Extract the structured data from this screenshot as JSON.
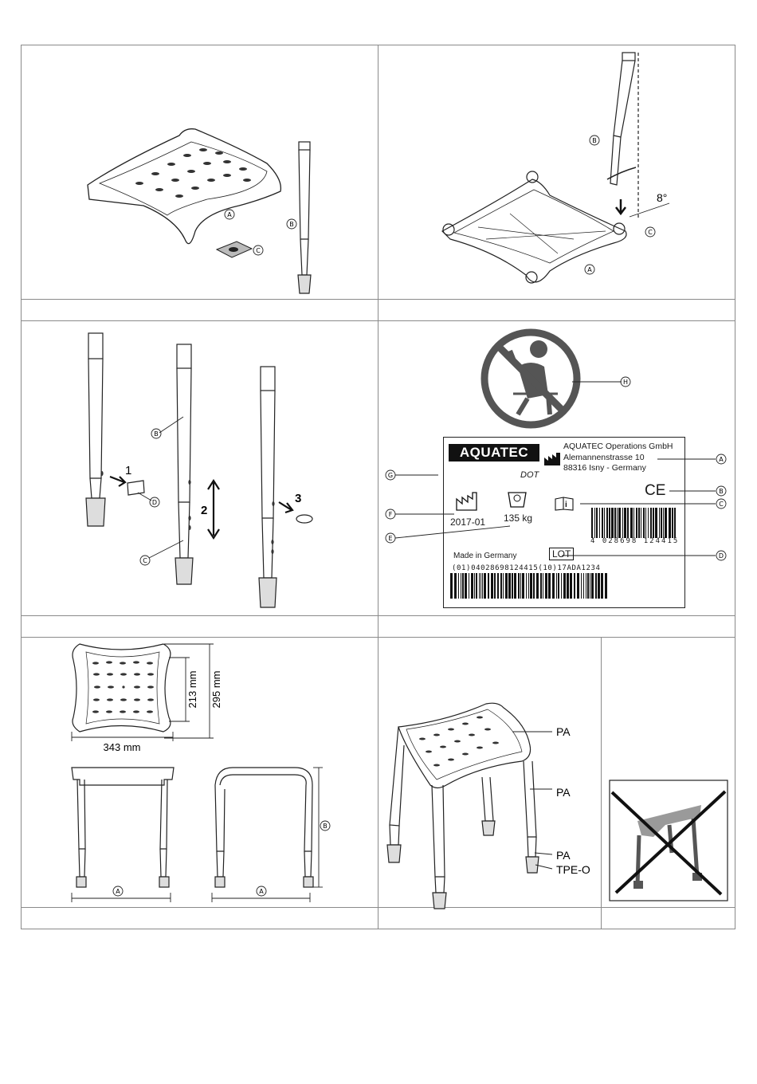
{
  "panel1": {
    "labels": {
      "a": "A",
      "b": "B",
      "c": "C"
    }
  },
  "panel2": {
    "labels": {
      "a": "A",
      "b": "B",
      "c": "C"
    },
    "angle": "8°"
  },
  "panel3": {
    "labels": {
      "b": "B",
      "c": "C",
      "d": "D"
    },
    "steps": {
      "one": "1",
      "two": "2",
      "three": "3"
    }
  },
  "panel4": {
    "labels": {
      "a": "A",
      "b": "B",
      "c": "C",
      "d": "D",
      "e": "E",
      "f": "F",
      "g": "G",
      "h": "H"
    },
    "card": {
      "brand": "AQUATEC",
      "company": "AQUATEC Operations GmbH",
      "street": "Alemannenstrasse 10",
      "city": "88316 Isny - Germany",
      "dot": "DOT",
      "ce": "CE",
      "date": "2017-01",
      "weight": "135 kg",
      "ean": "4 028698 124415",
      "made_in": "Made in Germany",
      "lot": "LOT",
      "udi": "(01)04028698124415(10)17ADA1234"
    }
  },
  "panel5": {
    "dims": {
      "width": "343 mm",
      "depth_inner": "213 mm",
      "depth": "295 mm"
    },
    "labels": {
      "a1": "A",
      "a2": "A",
      "b": "B"
    }
  },
  "panel6": {
    "materials": {
      "seat": "PA",
      "leg": "PA",
      "foot": "PA",
      "tip": "TPE-O"
    }
  }
}
